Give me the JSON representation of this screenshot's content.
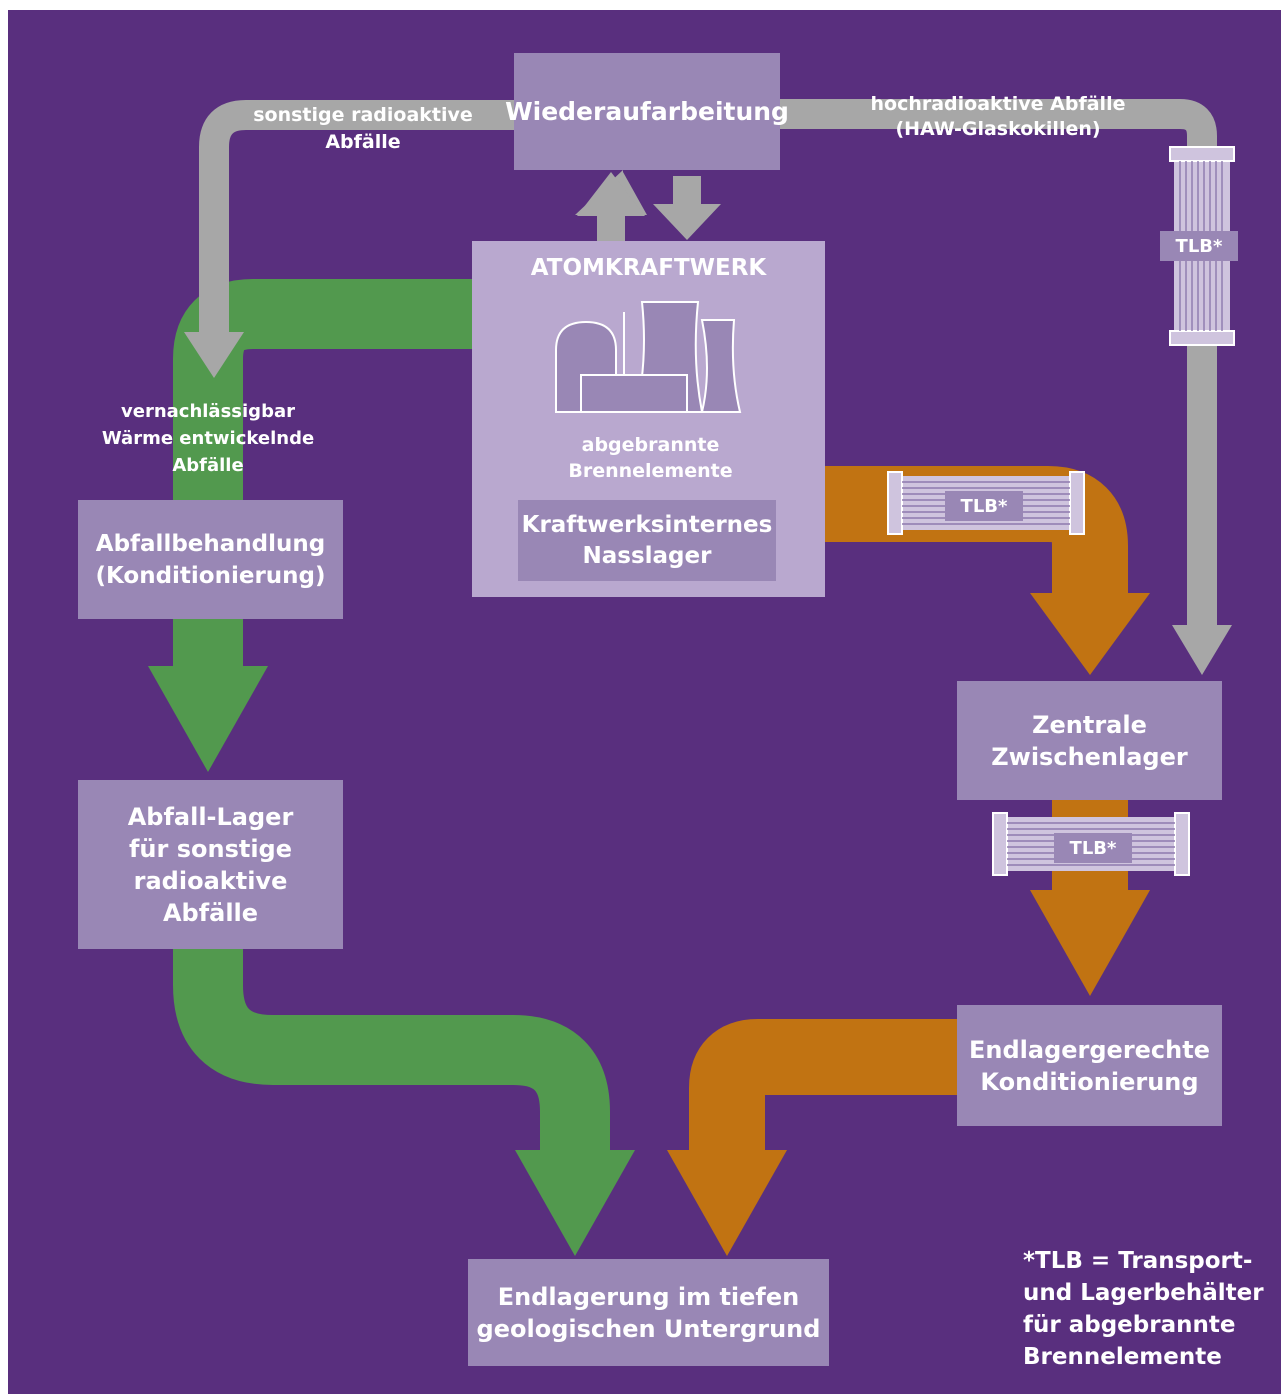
{
  "colors": {
    "background": "#592f7e",
    "box": "#9987b5",
    "power_plant": "#b9a8cf",
    "green_flow": "#52994e",
    "orange_flow": "#c17312",
    "gray_flow": "#a7a7a7"
  },
  "nodes": {
    "wiederaufarbeitung": "Wiederaufarbeitung",
    "atomkraftwerk": "ATOMKRAFTWERK",
    "nasslager": "Kraftwerksinternes\nNasslager",
    "abfallbehandlung": "Abfallbehandlung\n(Konditionierung)",
    "abfall_lager": "Abfall-Lager\nfür sonstige\nradioaktive\nAbfälle",
    "zwischenlager": "Zentrale\nZwischenlager",
    "endlagergerechte": "Endlagergerechte\nKonditionierung",
    "endlagerung": "Endlagerung im tiefen\ngeologischen Untergrund"
  },
  "labels": {
    "sonstige": "sonstige radioaktive Abfälle",
    "hochradioaktive": "hochradioaktive Abfälle\n(HAW-Glaskokillen)",
    "vernachlaessigbar": "vernachlässigbar\nWärme entwickelnde\nAbfälle",
    "abgebrannte": "abgebrannte\nBrennelemente",
    "tlb": "TLB*"
  },
  "footnote": "*TLB = Transport-\nund Lagerbehälter\nfür abgebrannte\nBrennelemente"
}
